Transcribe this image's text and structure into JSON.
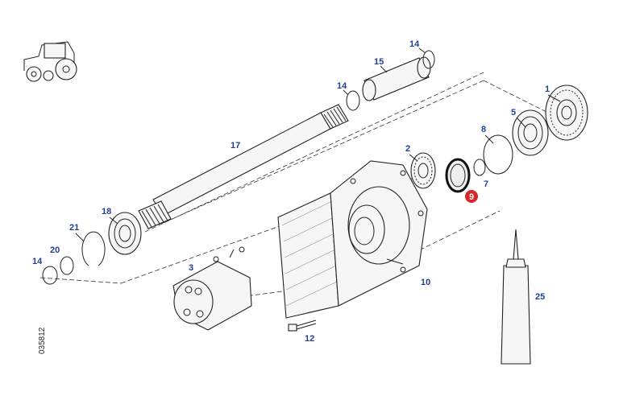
{
  "drawing_ref": "035812",
  "highlight_color": "#d9262a",
  "callout_color": "#1f3f8f",
  "highlighted_part": "9",
  "callouts": {
    "p1": "1",
    "p2": "2",
    "p3": "3",
    "p5": "5",
    "p7": "7",
    "p8": "8",
    "p9": "9",
    "p10": "10",
    "p12": "12",
    "p14a": "14",
    "p14b": "14",
    "p14c": "14",
    "p15": "15",
    "p17": "17",
    "p18": "18",
    "p20": "20",
    "p21": "21",
    "p25": "25"
  }
}
